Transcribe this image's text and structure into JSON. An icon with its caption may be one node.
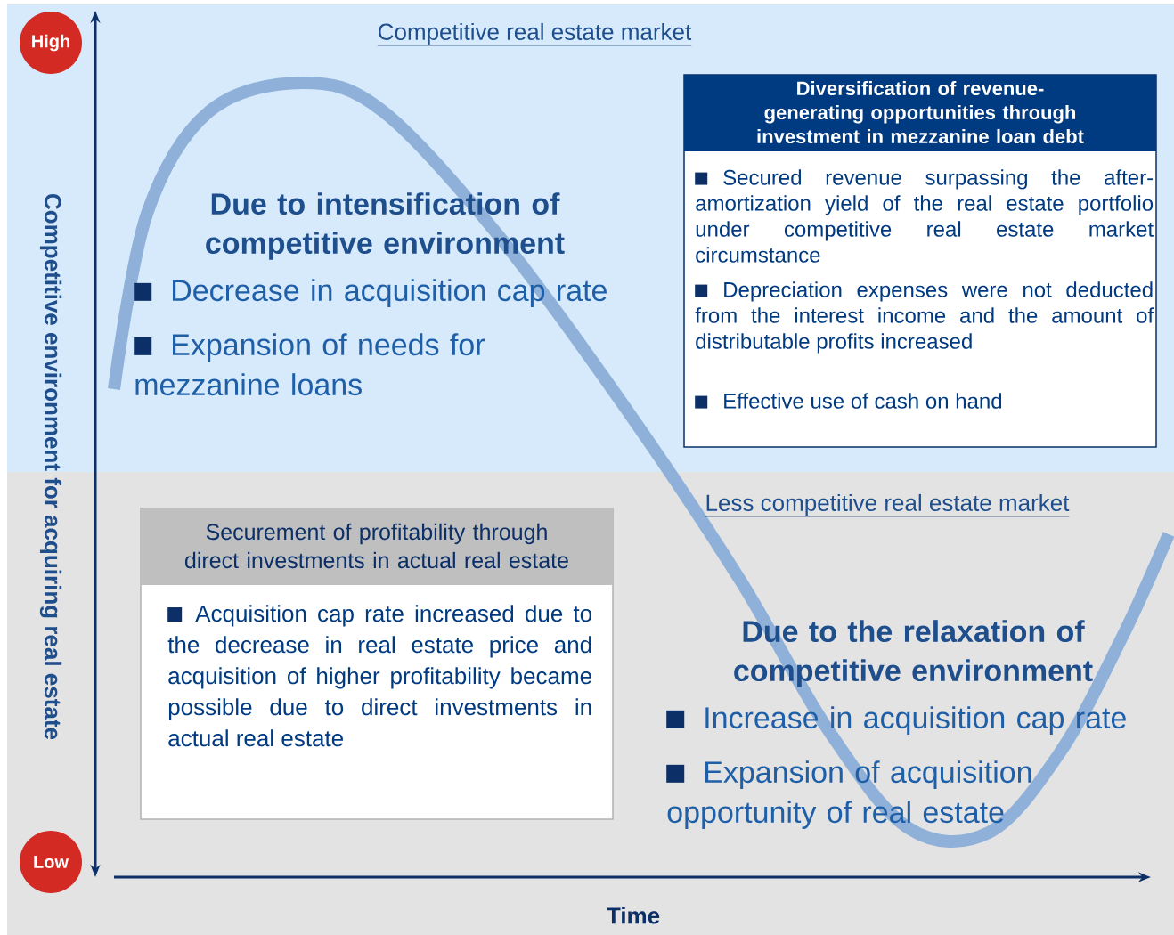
{
  "diagram": {
    "nodes": [
      {
        "text": [
          "High"
        ]
      },
      {
        "text": [
          "Diversification of revenue-generating opportunities through investment in mezzanine loan debt",
          "Secured revenue surpassing the after-amortization yield of the real estate portfolio under competitive real estate market circumstance",
          "Depreciation expenses were not deducted from the interest income and the amount of distributable profits increased",
          "Effective use of cash on hand"
        ]
      },
      {
        "text": [
          "Securement of profitability through direct investments in actual real estate",
          "Acquisition cap rate increased due to the decrease in real estate price and acquisition of higher profitability became possible due to direct investments in actual real estate"
        ]
      },
      {
        "text": [
          "Low"
        ]
      }
    ],
    "labels": [
      "Competitive real estate market",
      "Due to intensification of competitive environment",
      "Decrease in acquisition cap rate",
      "Expansion of needs for mezzanine loans",
      "Competitive environment for acquiring real estate",
      "Less competitive real estate market",
      "Due to the relaxation of competitive environment",
      "Increase in acquisition cap rate",
      "Expansion of acquisition opportunity of real estate",
      "Time"
    ]
  }
}
